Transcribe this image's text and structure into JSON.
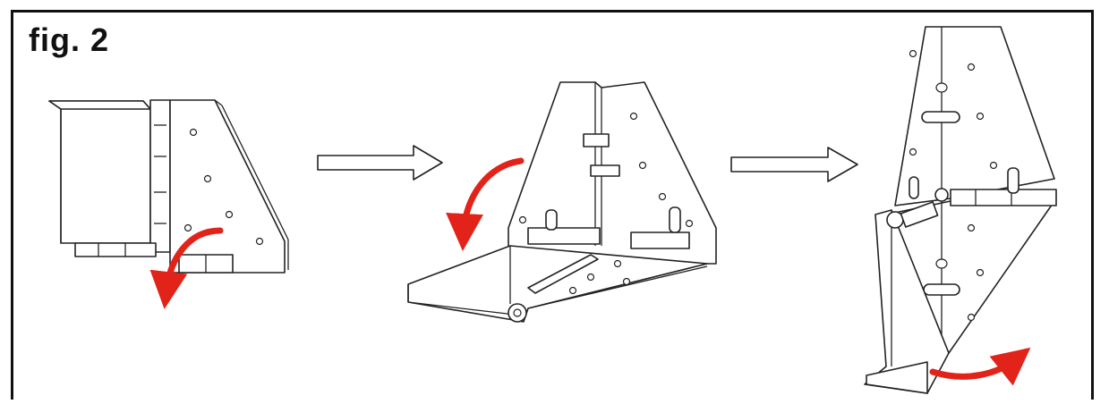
{
  "figure": {
    "label": "fig. 2"
  },
  "colors": {
    "frame": "#111111",
    "line": "#222222",
    "rotation_arrow": "#e2231a",
    "step_arrow": "#ffffff"
  },
  "steps": [
    {
      "id": "step-1",
      "icon": "bracket-folded-with-cover"
    },
    {
      "id": "step-2",
      "icon": "bracket-opening-base-plate"
    },
    {
      "id": "step-3",
      "icon": "bracket-unfolded-upright"
    }
  ]
}
